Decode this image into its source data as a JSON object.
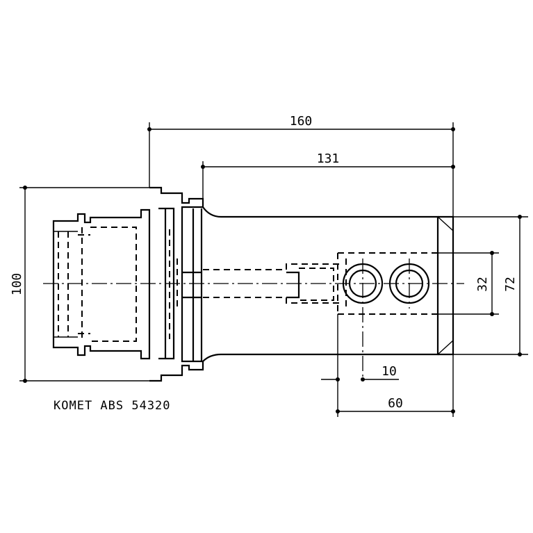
{
  "dimensions": {
    "overall_length": "160",
    "body_length": "131",
    "flange_diameter": "100",
    "body_height": "72",
    "bore_spacing": "32",
    "bore_offset": "10",
    "block_length": "60"
  },
  "caption": "KOMET ABS 54320"
}
